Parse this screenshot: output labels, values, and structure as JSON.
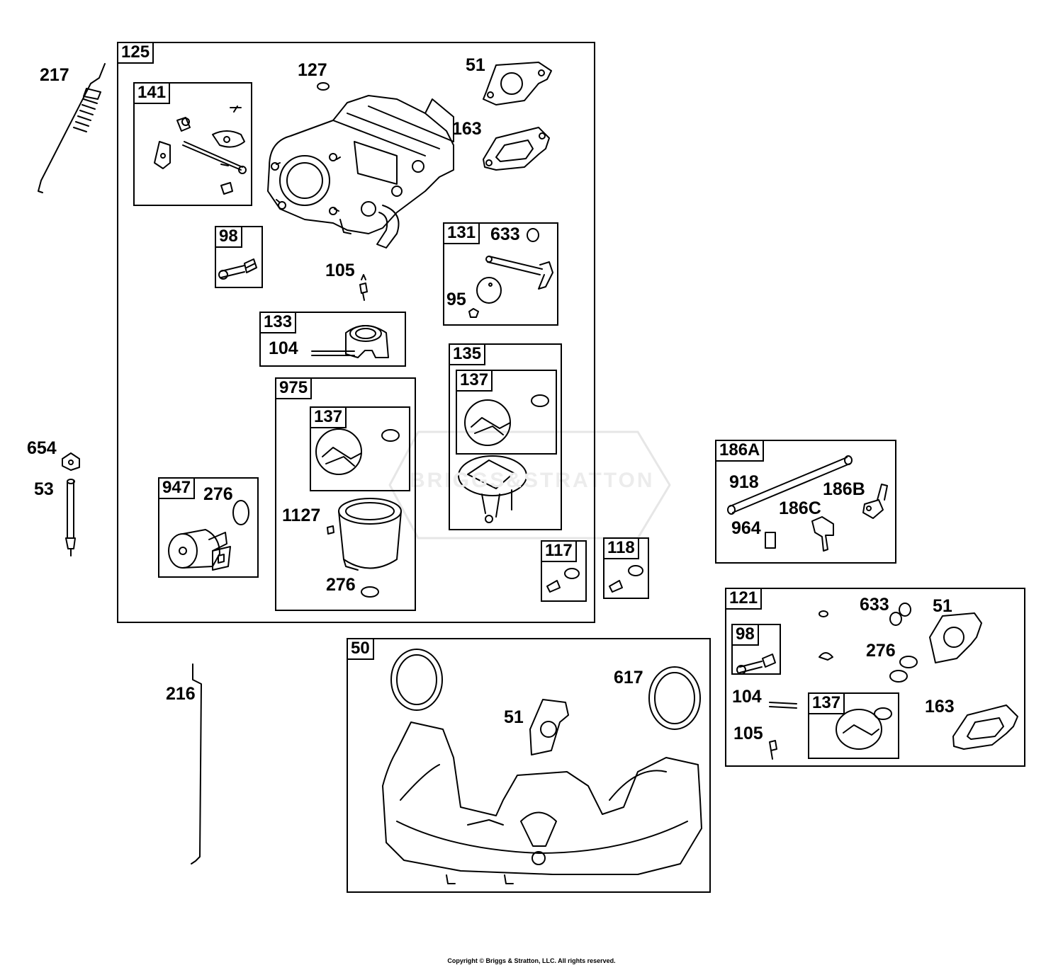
{
  "watermark": "BRIGGS&STRATTON",
  "copyright": "Copyright © Briggs & Stratton, LLC. All rights reserved.",
  "boxes": {
    "b125": "125",
    "b141": "141",
    "b98": "98",
    "b133": "133",
    "b131": "131",
    "b975": "975",
    "b137a": "137",
    "b135": "135",
    "b137b": "137",
    "b947": "947",
    "b117": "117",
    "b118": "118",
    "b186a": "186A",
    "b121": "121",
    "b98b": "98",
    "b137c": "137",
    "b50": "50"
  },
  "labels": {
    "l217": "217",
    "l127": "127",
    "l51a": "51",
    "l163a": "163",
    "l633a": "633",
    "l105a": "105",
    "l95": "95",
    "l104a": "104",
    "l654": "654",
    "l53": "53",
    "l276a": "276",
    "l1127": "1127",
    "l276b": "276",
    "l918": "918",
    "l186b": "186B",
    "l186c": "186C",
    "l964": "964",
    "l633b": "633",
    "l51b": "51",
    "l276c": "276",
    "l104b": "104",
    "l163b": "163",
    "l105b": "105",
    "l216": "216",
    "l617": "617",
    "l51c": "51"
  }
}
